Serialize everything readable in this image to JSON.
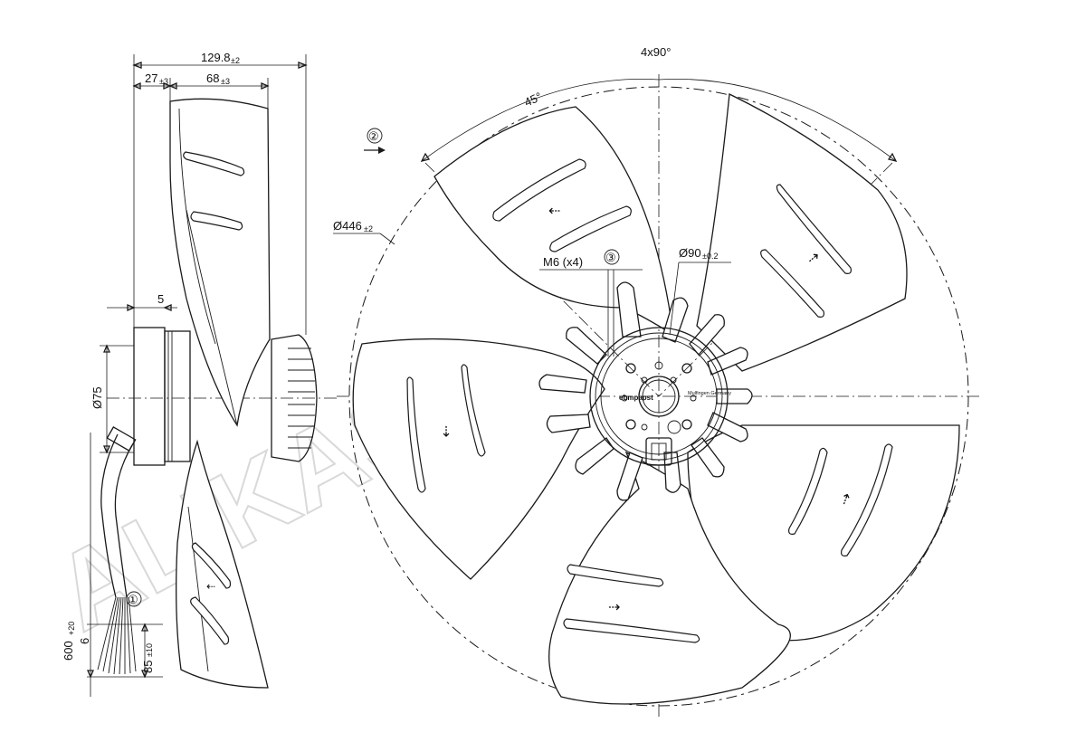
{
  "drawing": {
    "title": "",
    "side_view": {
      "overall_length": "129.8",
      "overall_length_tol": "±2",
      "hub_offset": "27",
      "hub_offset_tol": "±3",
      "blade_depth": "68",
      "blade_depth_tol": "±3",
      "flange_thickness": "5",
      "shaft_diameter": "Ø75",
      "cable_length": "600",
      "cable_length_tol": "+20",
      "strip_length": "6",
      "wire_length": "85",
      "wire_length_tol": "±10",
      "callout_cable": "①"
    },
    "front_view": {
      "angle_spacing": "4x90°",
      "angle_offset": "45°",
      "outer_diameter": "Ø446",
      "outer_diameter_tol": "±2",
      "thread": "M6 (x4)",
      "bolt_circle": "Ø90",
      "bolt_circle_tol": "±0.2",
      "callout_rotation": "②",
      "callout_thread": "③",
      "hub_brand": "ebmpapst",
      "hub_origin": "Mulfingen Germany"
    },
    "watermark": "ALIKAST"
  }
}
